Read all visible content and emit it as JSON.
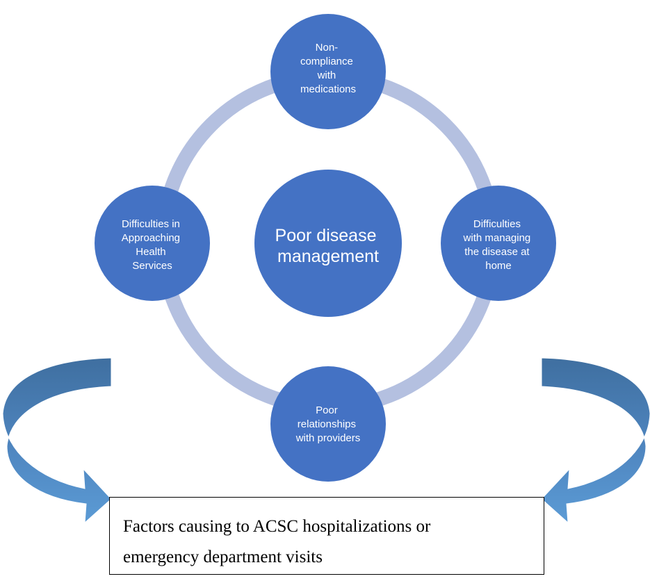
{
  "center": {
    "lines": [
      "Poor disease",
      "management"
    ]
  },
  "nodes": [
    {
      "id": "top",
      "lines": [
        "Non-",
        "compliance",
        "with",
        "medications"
      ]
    },
    {
      "id": "right",
      "lines": [
        "Difficulties",
        "with managing",
        "the disease at",
        "home"
      ]
    },
    {
      "id": "bottom",
      "lines": [
        "Poor",
        "relationships",
        "with providers"
      ]
    },
    {
      "id": "left",
      "lines": [
        "Difficulties in",
        "Approaching",
        "Health",
        "Services"
      ]
    }
  ],
  "result_box": {
    "line1": "Factors causing to ACSC hospitalizations or",
    "line2": "emergency department visits"
  },
  "colors": {
    "node_fill": "#4472c4",
    "ring": "#b4c0e0",
    "arrow_light": "#5b9bd5",
    "arrow_dark": "#3f6fa0"
  }
}
